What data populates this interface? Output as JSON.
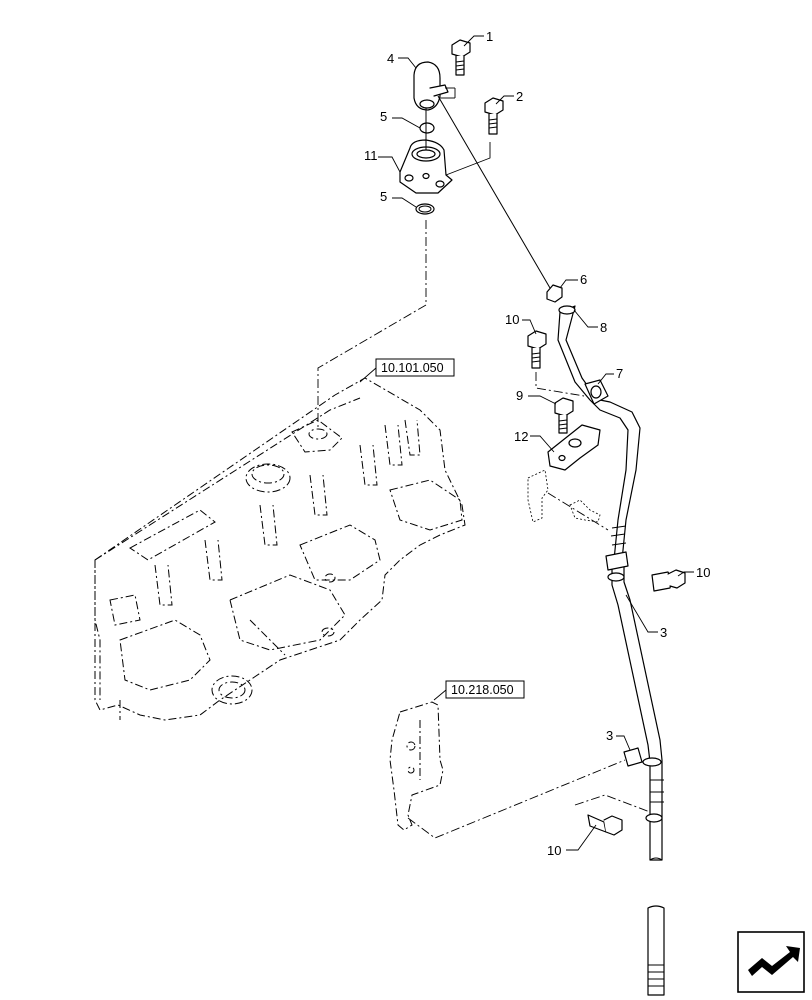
{
  "callouts": {
    "c1": "1",
    "c2": "2",
    "c3a": "3",
    "c3b": "3",
    "c4": "4",
    "c5a": "5",
    "c5b": "5",
    "c6": "6",
    "c7": "7",
    "c8": "8",
    "c9": "9",
    "c10a": "10",
    "c10b": "10",
    "c10c": "10",
    "c11": "11",
    "c12": "12"
  },
  "references": {
    "engine_block": "10.101.050",
    "bracket_assembly": "10.218.050"
  },
  "icons": {
    "nav": "arrow-navigation-icon"
  }
}
